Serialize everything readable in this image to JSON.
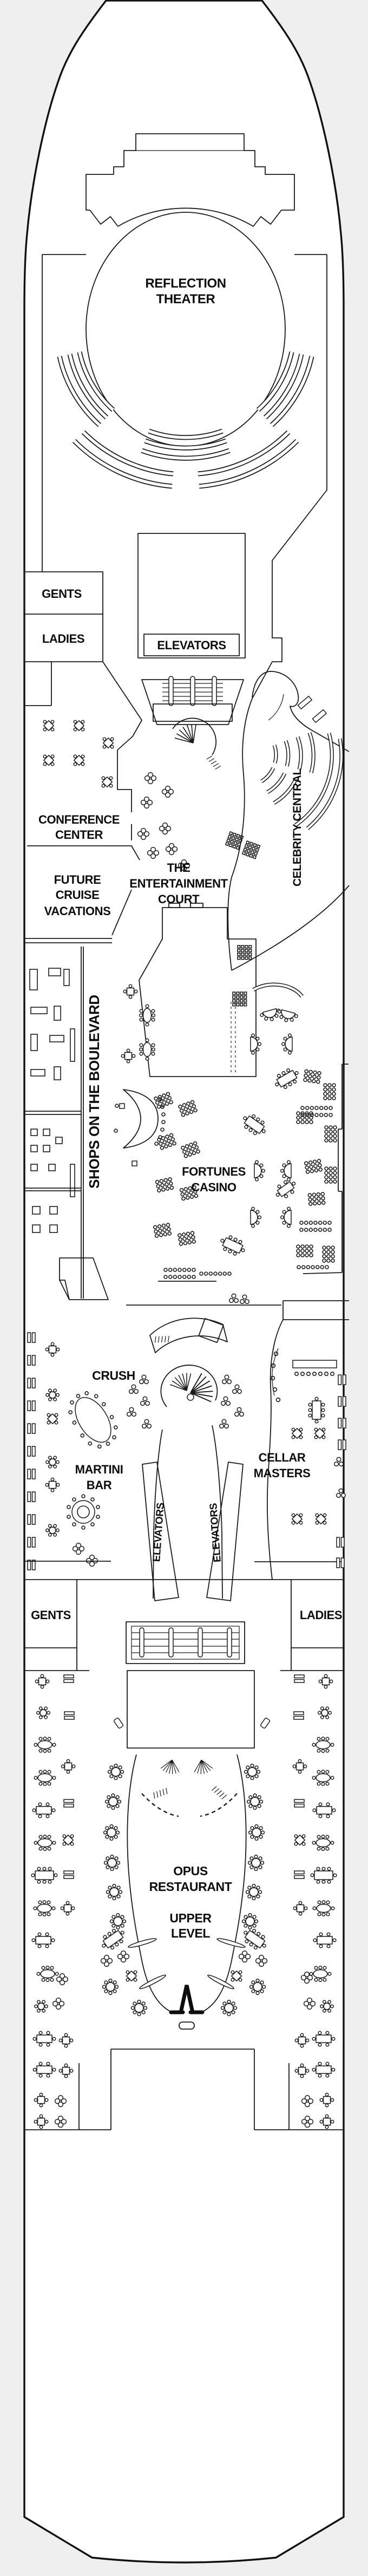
{
  "page": {
    "background": "#efefef",
    "paper": "#ffffff",
    "ink": "#1a1a1a"
  },
  "labels": {
    "reflection_theater": [
      "REFLECTION",
      "THEATER"
    ],
    "gents_forward": "GENTS",
    "ladies_forward": "LADIES",
    "elevators_forward": "ELEVATORS",
    "conference_center": [
      "CONFERENCE",
      "CENTER"
    ],
    "future_cruise_vacations": [
      "FUTURE",
      "CRUISE",
      "VACATIONS"
    ],
    "entertainment_court": [
      "THE",
      "ENTERTAINMENT",
      "COURT"
    ],
    "celebrity_central": "CELEBRITY CENTRAL",
    "shops_on_the_boulevard": "SHOPS ON THE BOULEVARD",
    "fortunes_casino": [
      "FORTUNES",
      "CASINO"
    ],
    "crush": "CRUSH",
    "martini_bar": [
      "MARTINI",
      "BAR"
    ],
    "elevators_midship_left": "ELEVATORS",
    "elevators_midship_right": "ELEVATORS",
    "cellar_masters": [
      "CELLAR",
      "MASTERS"
    ],
    "gents_midship": "GENTS",
    "ladies_midship": "LADIES",
    "opus_restaurant": [
      "OPUS",
      "RESTAURANT",
      "UPPER",
      "LEVEL"
    ]
  }
}
